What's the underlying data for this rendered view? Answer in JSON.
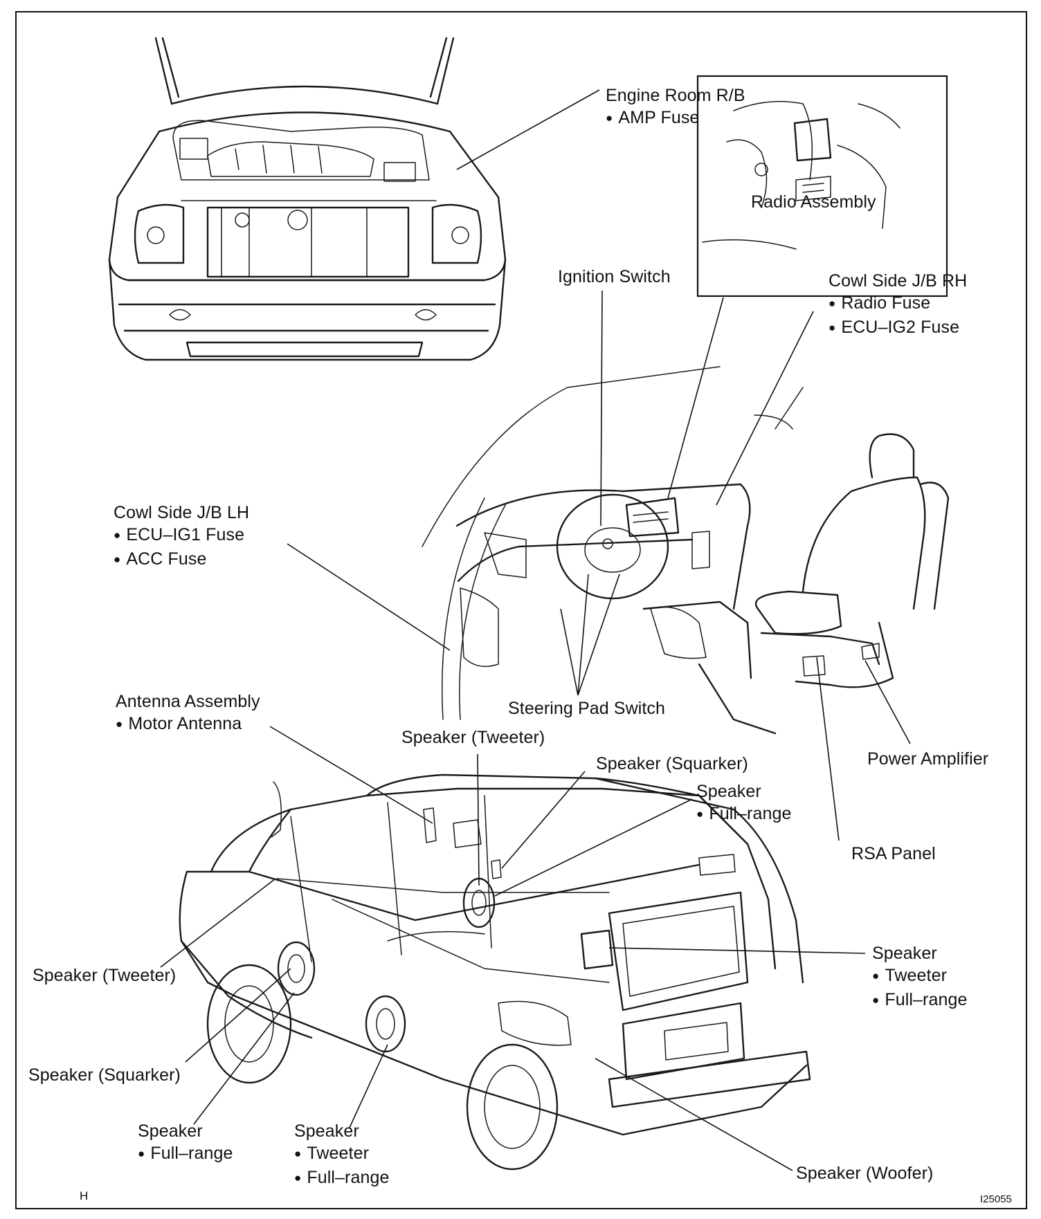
{
  "labels": {
    "engine_room_rb": {
      "title": "Engine Room R/B",
      "items": [
        "AMP Fuse"
      ]
    },
    "radio_assembly": {
      "title": "Radio Assembly"
    },
    "ignition_switch": {
      "title": "Ignition Switch"
    },
    "cowl_side_rh": {
      "title": "Cowl Side J/B RH",
      "items": [
        "Radio Fuse",
        "ECU–IG2 Fuse"
      ]
    },
    "cowl_side_lh": {
      "title": "Cowl Side J/B LH",
      "items": [
        "ECU–IG1 Fuse",
        "ACC Fuse"
      ]
    },
    "steering_pad_switch": {
      "title": "Steering Pad Switch"
    },
    "antenna_assembly": {
      "title": "Antenna Assembly",
      "items": [
        "Motor Antenna"
      ]
    },
    "speaker_tweeter_top": {
      "title": "Speaker (Tweeter)"
    },
    "speaker_squarker_top": {
      "title": "Speaker (Squarker)"
    },
    "speaker_fullrange_top": {
      "title": "Speaker",
      "items": [
        "Full–range"
      ]
    },
    "power_amplifier": {
      "title": "Power Amplifier"
    },
    "rsa_panel": {
      "title": "RSA Panel"
    },
    "speaker_tweeter_left": {
      "title": "Speaker (Tweeter)"
    },
    "speaker_squarker_left": {
      "title": "Speaker (Squarker)"
    },
    "speaker_rear_right": {
      "title": "Speaker",
      "items": [
        "Tweeter",
        "Full–range"
      ]
    },
    "speaker_fullrange_bottom": {
      "title": "Speaker",
      "items": [
        "Full–range"
      ]
    },
    "speaker_tweeter_fullrange_bottom": {
      "title": "Speaker",
      "items": [
        "Tweeter",
        "Full–range"
      ]
    },
    "speaker_woofer": {
      "title": "Speaker (Woofer)"
    }
  },
  "corner_marks": {
    "bottom_left": "H",
    "bottom_right": "I25055"
  }
}
